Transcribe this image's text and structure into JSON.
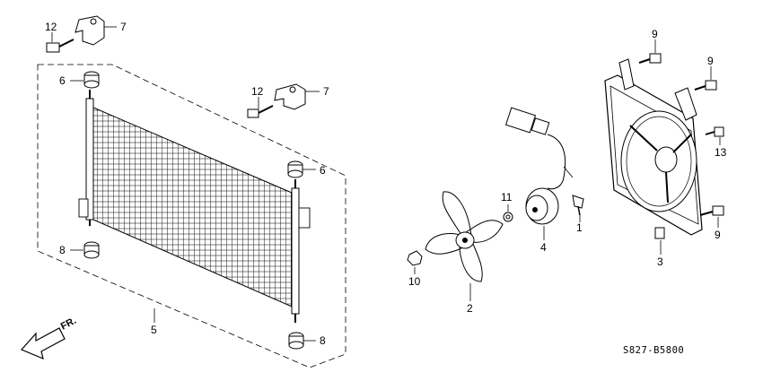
{
  "diagram": {
    "diagram_code": "S827-B5800",
    "front_arrow_label": "FR.",
    "callouts": {
      "c1": "1",
      "c2": "2",
      "c3": "3",
      "c4": "4",
      "c5": "5",
      "c6a": "6",
      "c6b": "6",
      "c7a": "7",
      "c7b": "7",
      "c8a": "8",
      "c8b": "8",
      "c9a": "9",
      "c9b": "9",
      "c9c": "9",
      "c10": "10",
      "c11": "11",
      "c12a": "12",
      "c12b": "12",
      "c13": "13"
    }
  }
}
